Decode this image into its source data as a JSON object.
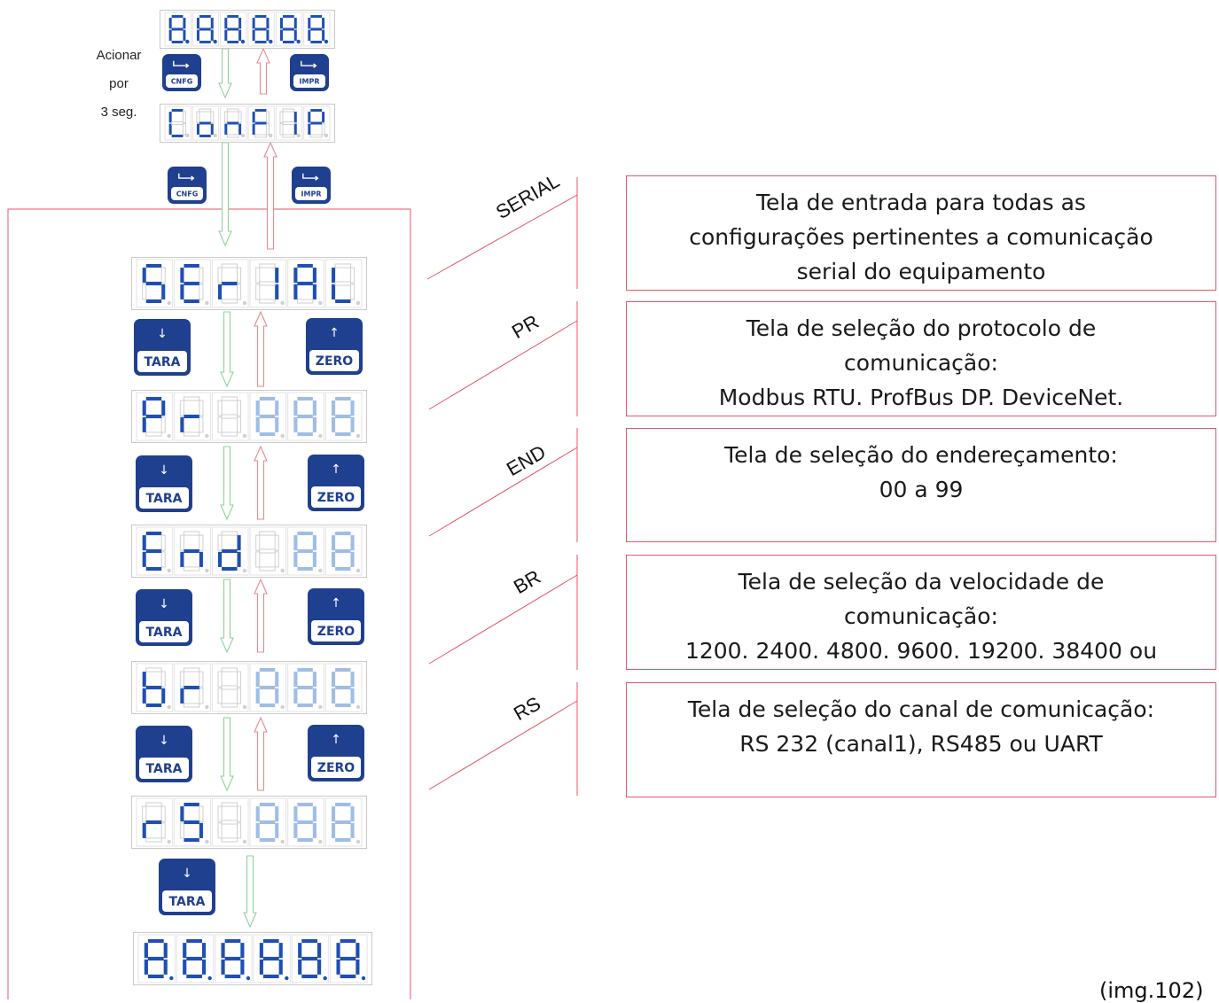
{
  "side_note": {
    "line1": "Acionar",
    "line2": "por",
    "line3": "3 seg."
  },
  "displays": [
    {
      "id": "top",
      "text": "888888"
    },
    {
      "id": "config",
      "text": "ConFIP"
    },
    {
      "id": "serial",
      "text": "SErIAL"
    },
    {
      "id": "pr",
      "text": "Pr_888"
    },
    {
      "id": "end",
      "text": "End_88"
    },
    {
      "id": "br",
      "text": "br_888"
    },
    {
      "id": "rs",
      "text": "rS_888"
    },
    {
      "id": "bottom",
      "text": "888888"
    }
  ],
  "keys": {
    "cnfg": "CNFG",
    "impr": "IMPR",
    "tara": "TARA",
    "zero": "ZERO",
    "down_glyph": "↓",
    "up_glyph": "↑"
  },
  "stages": [
    {
      "label": "SERIAL",
      "description": "Tela de entrada para todas as\nconfigurações pertinentes a comunicação\nserial do equipamento"
    },
    {
      "label": "PR",
      "description": "Tela de seleção do protocolo de\ncomunicação:\nModbus RTU. ProfBus DP. DeviceNet."
    },
    {
      "label": "END",
      "description": "Tela de seleção do endereçamento:\n00 a 99"
    },
    {
      "label": "BR",
      "description": "Tela de seleção da velocidade de\ncomunicação:\n1200. 2400. 4800. 9600. 19200. 38400 ou"
    },
    {
      "label": "RS",
      "description": "Tela de seleção do canal de comunicação:\nRS 232 (canal1), RS485 ou UART"
    }
  ],
  "caption": "(img.102)",
  "colors": {
    "segment_on": "#1f4fb4",
    "segment_dim": "#9fbde6",
    "segment_off": "#d9d9d9",
    "key_fill": "#1f3f8f",
    "arrow_down": "#8fd29a",
    "arrow_up": "#e58a90",
    "frame_line": "#e05a6a"
  }
}
